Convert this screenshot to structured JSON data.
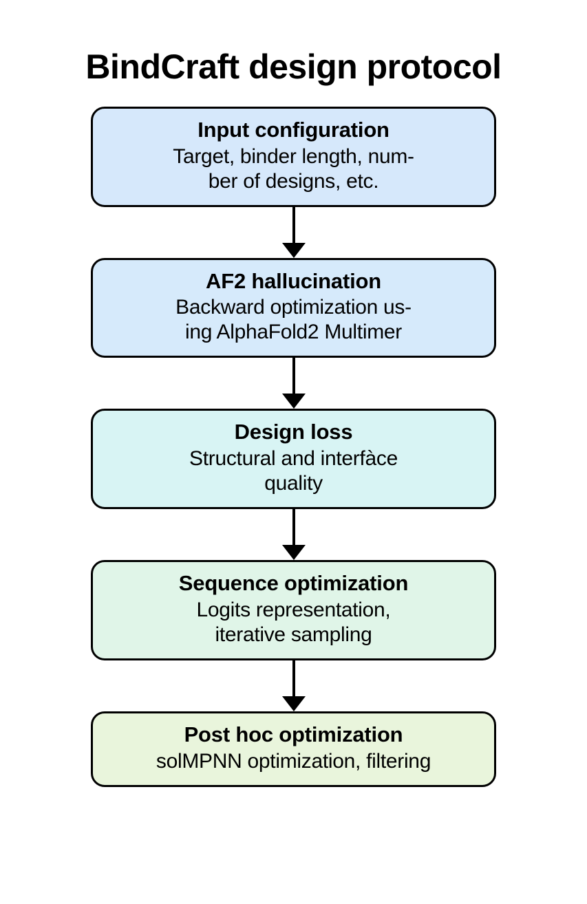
{
  "diagram": {
    "title": "BindCraft design protocol",
    "type": "flowchart",
    "orientation": "vertical",
    "connector_icon": "down-arrow-icon",
    "nodes": [
      {
        "heading": "Input configuration",
        "body_lines": [
          "Target, binder length, num-",
          "ber of designs, etc."
        ],
        "fill": "#d6e8fb",
        "stroke": "#000000"
      },
      {
        "heading": "AF2 hallucination",
        "body_lines": [
          "Backward optimization us-",
          "ing AlphaFold2 Multimer"
        ],
        "fill": "#d6eafb",
        "stroke": "#000000"
      },
      {
        "heading": "Design loss",
        "body_lines": [
          "Structural and interfàce",
          "quality"
        ],
        "fill": "#d8f4f4",
        "stroke": "#000000"
      },
      {
        "heading": "Sequence optimization",
        "body_lines": [
          "Logits representation,",
          "iterative sampling"
        ],
        "fill": "#e0f5e8",
        "stroke": "#000000"
      },
      {
        "heading": "Post hoc optimization",
        "body_lines": [
          "solMPNN optimization, filtering"
        ],
        "fill": "#e9f5dc",
        "stroke": "#000000"
      }
    ]
  }
}
